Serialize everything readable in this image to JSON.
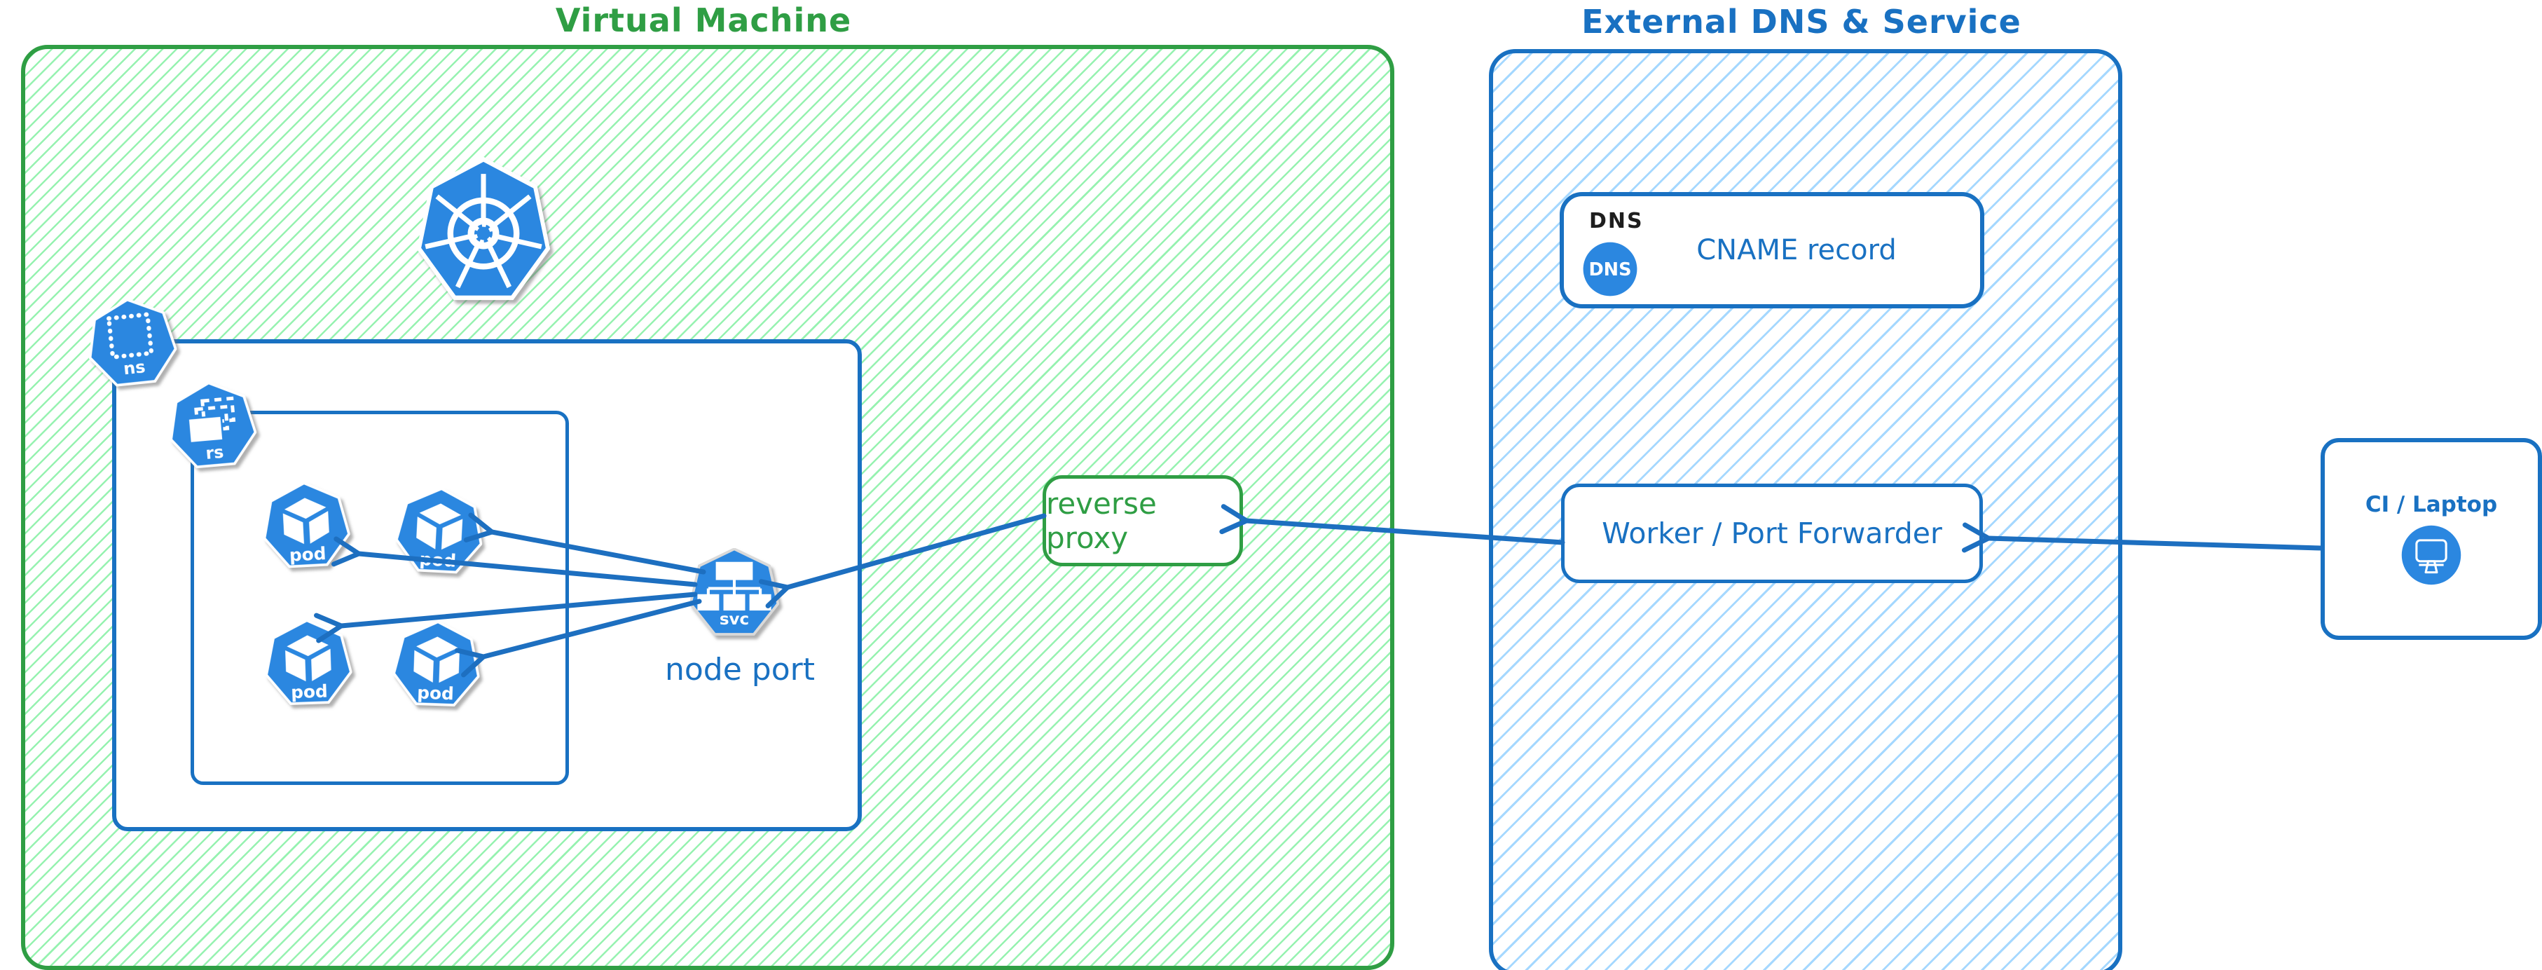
{
  "diagram": {
    "vm_group": {
      "title": "Virtual Machine",
      "namespace_icon_label": "ns",
      "replicaset_icon_label": "rs",
      "pod_icon_label": "pod",
      "service_icon_label": "svc",
      "service_caption": "node port",
      "reverse_proxy_label": "reverse proxy"
    },
    "external_group": {
      "title": "External DNS & Service",
      "dns_tag": "DNS",
      "dns_icon_label": "DNS",
      "cname_label": "CNAME record",
      "worker_label": "Worker / Port Forwarder"
    },
    "client_group": {
      "ci_label": "CI / Laptop"
    }
  },
  "icons": {
    "kubernetes_logo": "kubernetes-helm-wheel-heptagon",
    "namespace": "dotted-square-heptagon",
    "replicaset": "stacked-rectangles-heptagon",
    "pod": "cube-heptagon",
    "service": "node-tree-heptagon",
    "dns": "dns-filled-circle",
    "monitor": "desktop-monitor-circle"
  },
  "colors": {
    "green_stroke": "#2f9e44",
    "green_hatch": "#96f2b0",
    "blue_stroke": "#1971c2",
    "blue_hatch": "#a5d8ff",
    "icon_fill": "#2b87e0",
    "arrow": "#1d6fc0",
    "dns_tag_text": "#1e1e1e"
  }
}
